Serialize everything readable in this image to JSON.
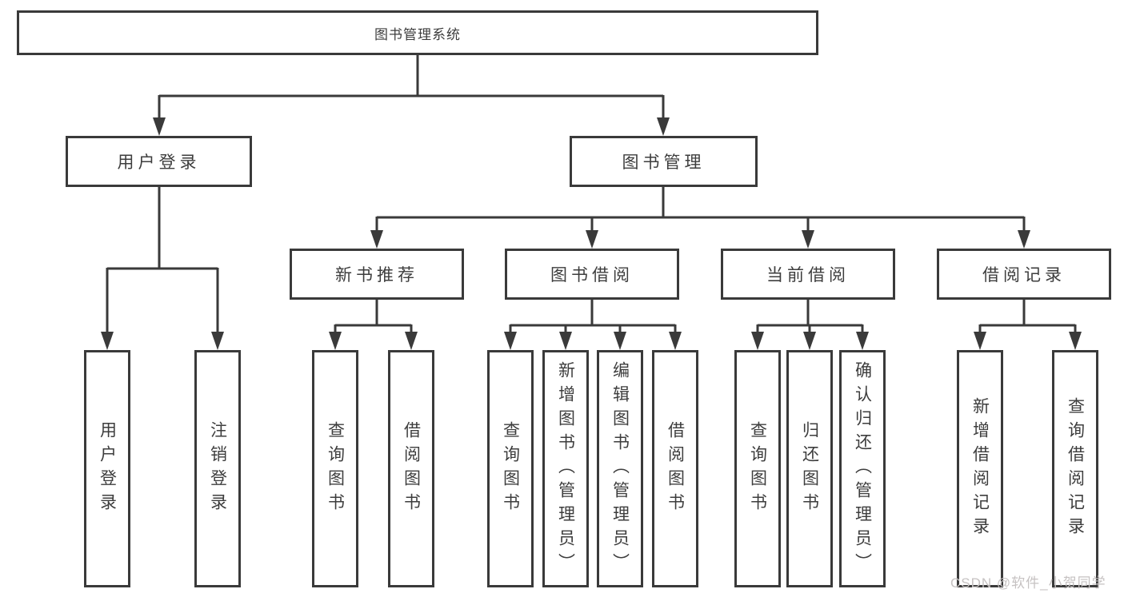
{
  "title": "图书管理系统",
  "nodes": {
    "user_login": "用户登录",
    "book_mgmt": "图书管理",
    "new_books": "新书推荐",
    "book_borrow": "图书借阅",
    "current_borrow": "当前借阅",
    "borrow_records": "借阅记录"
  },
  "leaves": {
    "user_login": [
      "用户登录",
      "注销登录"
    ],
    "new_books": [
      "查询图书",
      "借阅图书"
    ],
    "book_borrow": [
      "查询图书",
      "新增图书（管理员）",
      "编辑图书（管理员）",
      "借阅图书"
    ],
    "current_borrow": [
      "查询图书",
      "归还图书",
      "确认归还（管理员）"
    ],
    "borrow_records": [
      "新增借阅记录",
      "查询借阅记录"
    ]
  },
  "watermark": "CSDN @软件_小贺同学",
  "colors": {
    "line": "#3a3a3a",
    "box_border": "#3a3a3a",
    "box_background": "#ffffff",
    "text": "#3d3d3d",
    "watermark": "#c6c2c2",
    "background": "#ffffff"
  }
}
